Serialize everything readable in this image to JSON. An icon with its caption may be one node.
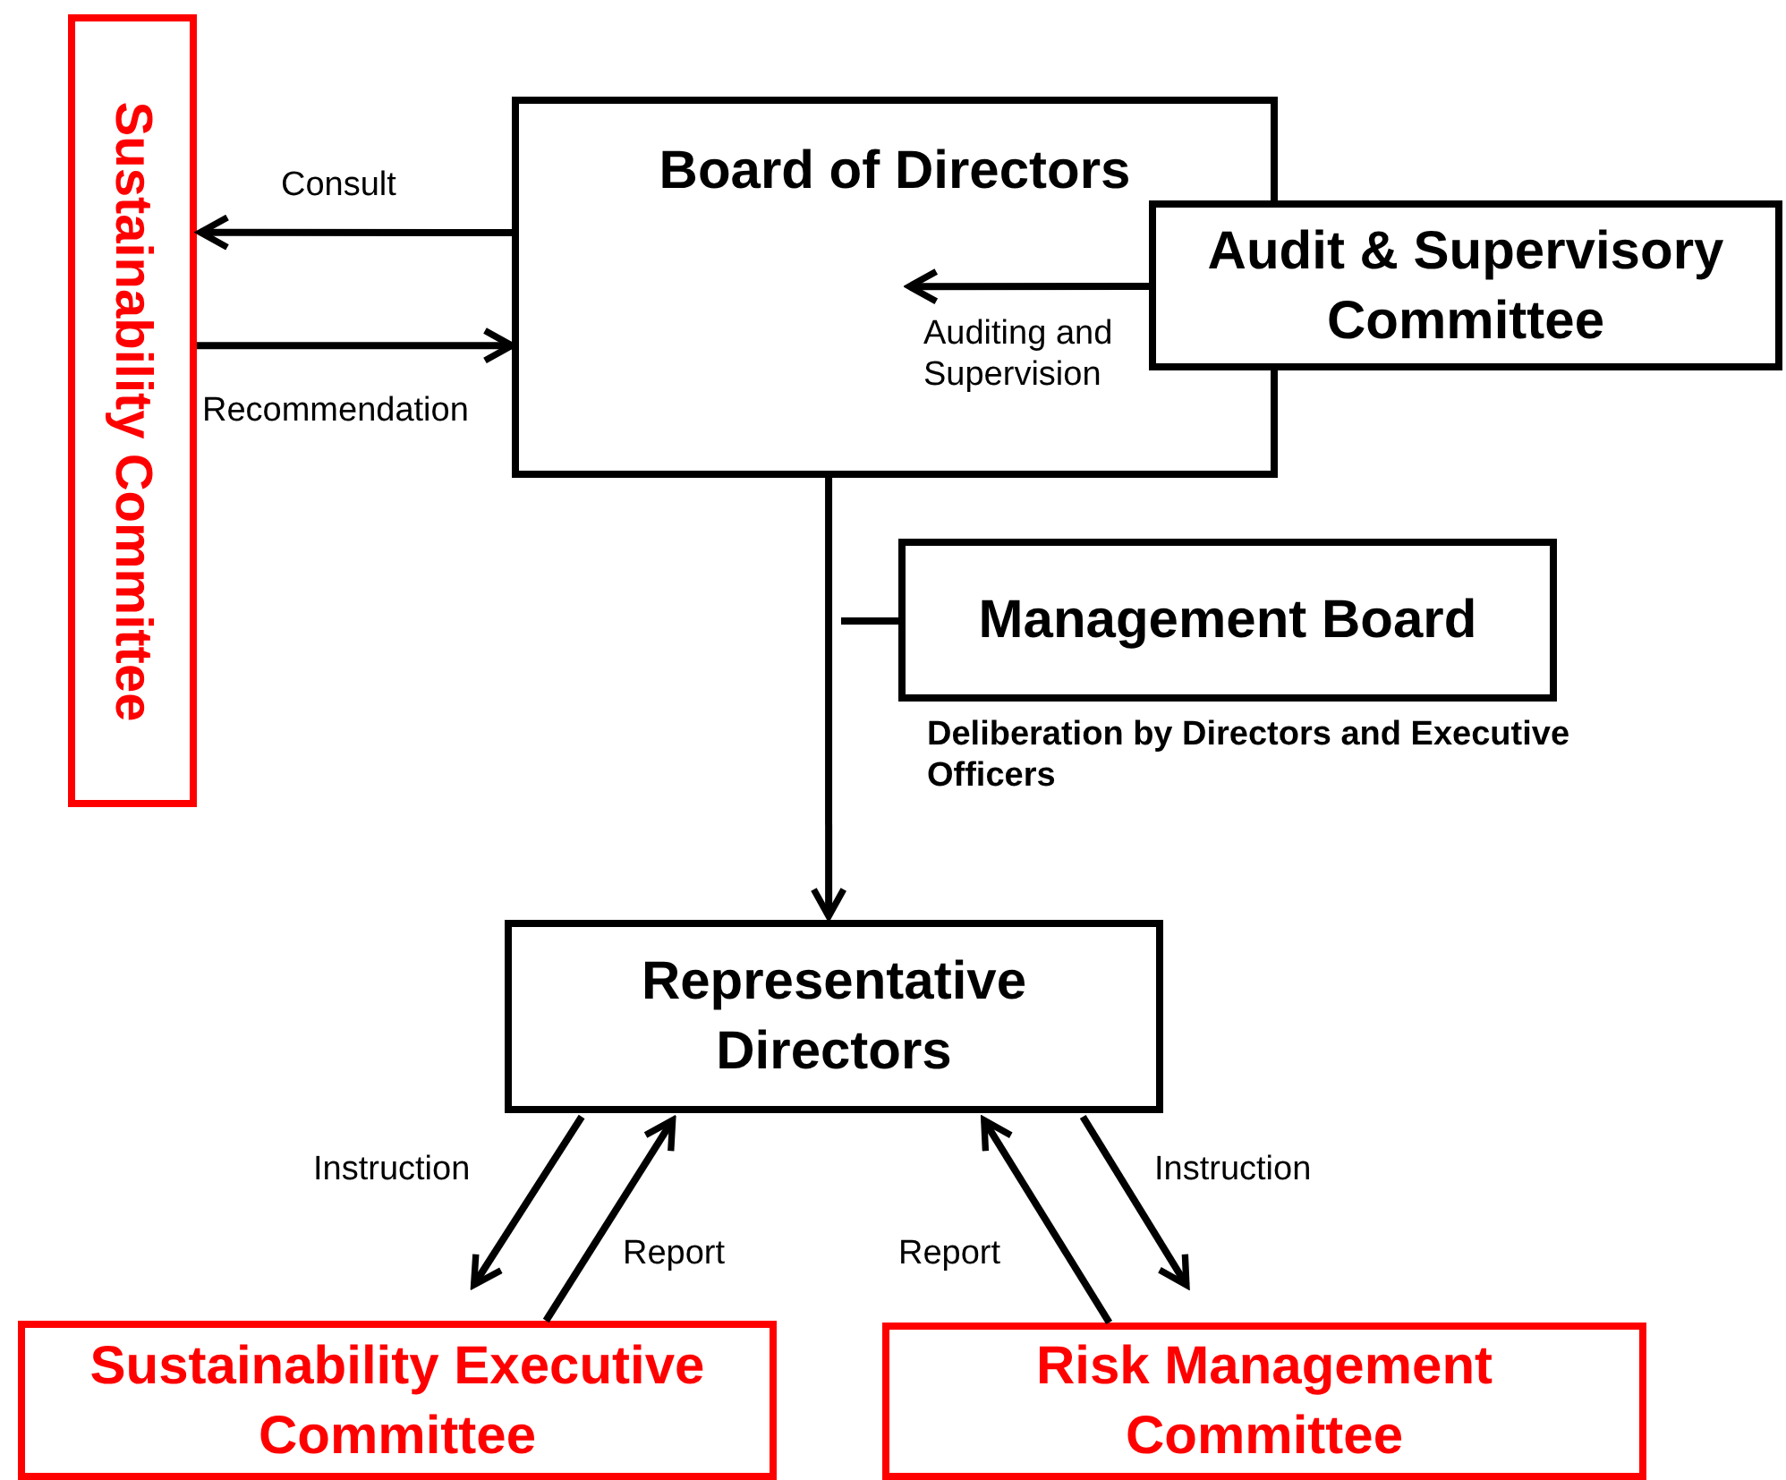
{
  "diagram": {
    "nodes": [
      {
        "text": [
          "Sustainability Committee"
        ]
      },
      {
        "text": [
          "Board of Directors"
        ]
      },
      {
        "text": [
          "Audit & Supervisory Committee"
        ]
      },
      {
        "text": [
          "Management Board"
        ],
        "beside": [
          "Deliberation by Directors and Executive Officers"
        ]
      },
      {
        "text": [
          "Representative Directors"
        ]
      },
      {
        "text": [
          "Sustainability Executive Committee"
        ]
      },
      {
        "text": [
          "Risk Management Committee"
        ]
      }
    ],
    "edges": [
      {
        "from": 1,
        "to": 0,
        "arrow": "to",
        "label": "Consult"
      },
      {
        "from": 0,
        "to": 1,
        "arrow": "to",
        "label": "Recommendation"
      },
      {
        "from": 2,
        "to": 1,
        "arrow": "to",
        "label": "Auditing and Supervision"
      },
      {
        "from": 1,
        "to": 4,
        "arrow": "to"
      },
      {
        "from": null,
        "to": 3,
        "arrow": "none"
      },
      {
        "from": 4,
        "to": 5,
        "arrow": "to",
        "label": "Instruction"
      },
      {
        "from": 5,
        "to": 4,
        "arrow": "to",
        "label": "Report"
      },
      {
        "from": 6,
        "to": 4,
        "arrow": "to",
        "label": "Report"
      },
      {
        "from": 4,
        "to": 6,
        "arrow": "to",
        "label": "Instruction"
      }
    ]
  }
}
